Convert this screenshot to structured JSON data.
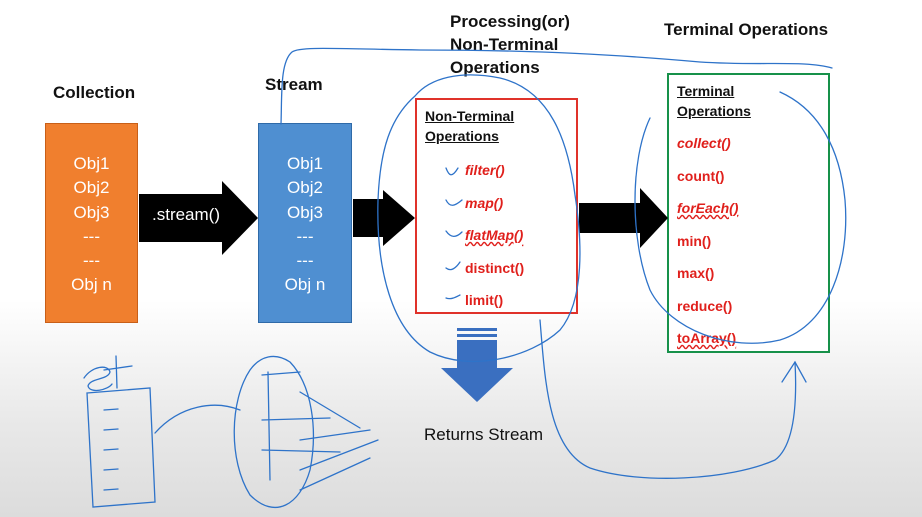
{
  "headings": {
    "collection": "Collection",
    "stream": "Stream",
    "processing": [
      "Processing(or)",
      "Non-Terminal",
      "Operations"
    ],
    "terminal": "Terminal Operations"
  },
  "collection_items": [
    "Obj1",
    "Obj2",
    "Obj3",
    "---",
    "---",
    "Obj n"
  ],
  "stream_items": [
    "Obj1",
    "Obj2",
    "Obj3",
    "---",
    "---",
    "Obj n"
  ],
  "arrow_label": ".stream()",
  "non_terminal_box": {
    "title": [
      "Non-Terminal",
      "Operations"
    ],
    "ops": [
      "filter()",
      "map()",
      "flatMap()",
      "distinct()",
      "limit()"
    ]
  },
  "terminal_box": {
    "title": [
      "Terminal",
      "Operations"
    ],
    "ops": [
      "collect()",
      "count()",
      "forEach()",
      "min()",
      "max()",
      "reduce()",
      "toArray()"
    ]
  },
  "returns_label": "Returns Stream",
  "colors": {
    "collection_fill": "#f07f2e",
    "stream_fill": "#4f8fd1",
    "non_terminal_border": "#e0322a",
    "terminal_border": "#17914a",
    "op_text": "#e0201c",
    "pen_ink": "#2e73c9",
    "down_arrow": "#3a6fc0"
  }
}
